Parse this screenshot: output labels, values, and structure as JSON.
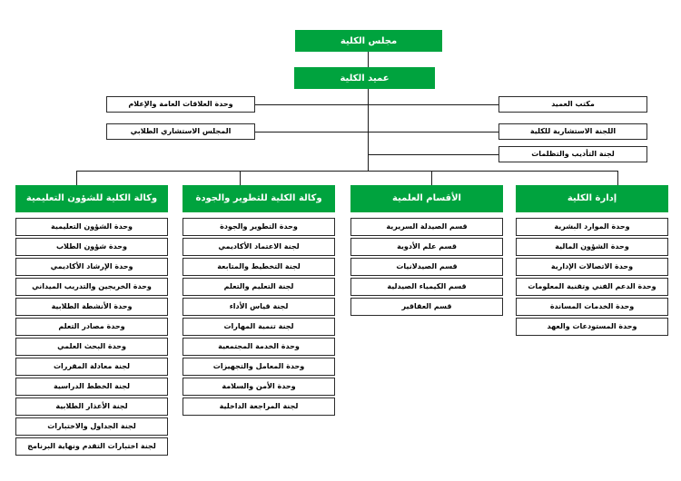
{
  "colors": {
    "green": "#00A33E",
    "line": "#1a1a1a",
    "box_border": "#2b2b2b",
    "background": "#ffffff",
    "text_dark": "#000000",
    "text_light": "#ffffff"
  },
  "top": {
    "council": "مجلس الكلية",
    "dean": "عميد الكلية"
  },
  "left_boxes": [
    {
      "label": "وحدة العلاقات العامة والإعلام"
    },
    {
      "label": "المجلس الاستشاري الطلابي"
    }
  ],
  "right_boxes": [
    {
      "label": "مكتب العميد"
    },
    {
      "label": "اللجنة الاستشارية للكلية"
    },
    {
      "label": "لجنة التأديب والتظلمات"
    }
  ],
  "columns": [
    {
      "header": "إدارة الكلية",
      "items": [
        "وحدة الموارد البشرية",
        "وحدة الشؤون المالية",
        "وحدة الاتصالات الإدارية",
        "وحدة الدعم الفني وتقنية المعلومات",
        "وحدة الخدمات المساندة",
        "وحدة المستودعات والعهد"
      ]
    },
    {
      "header": "الأقسام العلمية",
      "items": [
        "قسم الصيدلة السريرية",
        "قسم علم الأدوية",
        "قسم الصيدلانيات",
        "قسم الكيمياء الصيدلية",
        "قسم العقاقير"
      ]
    },
    {
      "header": "وكالة الكلية للتطوير والجودة",
      "items": [
        "وحدة التطوير والجودة",
        "لجنة الاعتماد الأكاديمي",
        "لجنة التخطيط والمتابعة",
        "لجنة التعليم والتعلم",
        "لجنة قياس الأداء",
        "لجنة تنمية المهارات",
        "وحدة الخدمة المجتمعية",
        "وحدة المعامل والتجهيزات",
        "وحدة الأمن والسلامة",
        "لجنة المراجعة الداخلية"
      ]
    },
    {
      "header": "وكالة الكلية للشؤون التعليمية",
      "items": [
        "وحدة الشؤون التعليمية",
        "وحدة شؤون الطلاب",
        "وحدة الإرشاد الأكاديمي",
        "وحدة الخريجين والتدريب الميداني",
        "وحدة الأنشطة الطلابية",
        "وحدة مصادر التعلم",
        "وحدة البحث العلمي",
        "لجنة معادلة المقررات",
        "لجنة الخطط الدراسية",
        "لجنة الأعذار الطلابية",
        "لجنة الجداول والاختبارات",
        "لجنة اختبارات التقدم ونهاية البرنامج"
      ]
    }
  ]
}
